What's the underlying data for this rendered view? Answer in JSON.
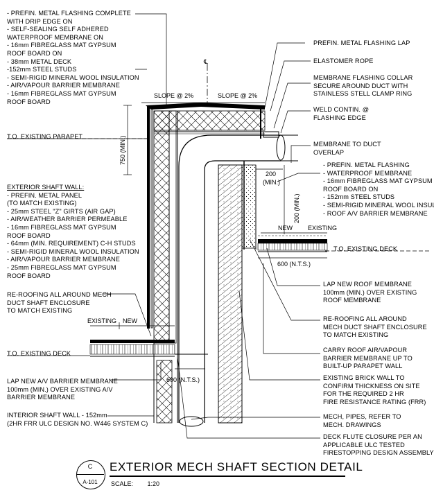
{
  "drawing": {
    "title": "EXTERIOR MECH SHAFT SECTION DETAIL",
    "scale_label": "SCALE:",
    "scale_value": "1:20",
    "ref_letter": "C",
    "ref_sheet": "A-101",
    "centerline_mark": "℄"
  },
  "dimensions": {
    "slope_left": "SLOPE @ 2%",
    "slope_right": "SLOPE @ 2%",
    "parapet_height": "750 (MIN.)",
    "overlap_h": "200",
    "overlap_h_min": "(MIN.)",
    "overlap_v": "200 (MIN.)",
    "lap_right": "600 (N.T.S.)",
    "lap_left": "600 (N.T.S.)",
    "new_right": "NEW",
    "existing_right": "EXISTING",
    "existing_left": "EXISTING",
    "new_left": "NEW"
  },
  "notes_left": {
    "roof_assembly": [
      "- PREFIN. METAL FLASHING COMPLETE",
      "WITH DRIP EDGE ON",
      "- SELF-SEALING SELF ADHERED",
      "WATERPROOF MEMBRANE ON",
      "- 16mm FIBREGLASS MAT GYPSUM",
      "ROOF BOARD ON",
      "- 38mm METAL DECK",
      "-152mm STEEL STUDS",
      "- SEMI-RIGID MINERAL WOOL INSULATION",
      "- AIR/VAPOUR BARRIER MEMBRANE",
      "- 16mm FIBREGLASS MAT GYPSUM",
      "ROOF BOARD"
    ],
    "parapet": "T.O. EXISTING PARAPET",
    "shaft_wall": [
      "EXTERIOR SHAFT WALL:",
      "- PREFIN. METAL PANEL",
      "(TO MATCH EXISTING)",
      "- 25mm STEEL \"Z\" GIRTS (AIR GAP)",
      "- AIR/WEATHER BARRIER PERMEABLE",
      "- 16mm FIBREGLASS MAT GYPSUM",
      "ROOF BOARD",
      "- 64mm (MIN. REQUIREMENT) C-H STUDS",
      "- SEMI-RIGID MINERAL WOOL INSULATION",
      "- AIR/VAPOUR BARRIER MEMBRANE",
      "- 25mm FIBREGLASS MAT GYPSUM",
      "ROOF BOARD"
    ],
    "reroof": [
      "RE-ROOFING ALL AROUND MECH",
      "DUCT SHAFT ENCLOSURE",
      "TO MATCH EXISTING"
    ],
    "deck": "T.O. EXISTING DECK",
    "lap_av": [
      "LAP NEW A/V BARRIER MEMBRANE",
      "100mm (MIN.) OVER EXISTING A/V",
      "BARRIER MEMBRANE"
    ],
    "interior_wall": [
      "INTERIOR SHAFT WALL - 152mm",
      "(2HR FRR ULC DESIGN NO. W446 SYSTEM C)"
    ]
  },
  "notes_right": {
    "flashing_lap": "PREFIN. METAL FLASHING LAP",
    "elastomer": "ELASTOMER ROPE",
    "collar": [
      "MEMBRANE FLASHING COLLAR",
      "SECURE AROUND DUCT WITH",
      "STAINLESS STELL CLAMP RING"
    ],
    "weld": [
      "WELD CONTIN. @",
      "FLASHING EDGE"
    ],
    "duct_overlap": [
      "MEMBRANE TO DUCT",
      "OVERLAP"
    ],
    "roof_build": [
      "- PREFIN. METAL FLASHING",
      "- WATERPROOF MEMBRANE",
      "- 16mm FIBREGLASS MAT GYPSUM",
      "ROOF BOARD ON",
      "- 152mm STEEL STUDS",
      "- SEMI-RIGID MINERAL WOOL INSUL.",
      "- ROOF A/V BARRIER MEMBRANE"
    ],
    "deck": "T.O. EXISTING DECK",
    "lap_roof": [
      "LAP NEW ROOF MEMBRANE",
      "100mm (MIN.) OVER EXISTING",
      "ROOF MEMBRANE"
    ],
    "reroof": [
      "RE-ROOFING ALL AROUND",
      "MECH DUCT SHAFT ENCLOSURE",
      "TO MATCH EXISTING"
    ],
    "carry": [
      "CARRY ROOF AIR/VAPOUR",
      "BARRIER MEMBRANE UP TO",
      "BUILT-UP PARAPET WALL"
    ],
    "brick": [
      "EXISTING BRICK WALL TO",
      "CONFIRM THICKNESS ON SITE",
      "FOR THE REQUIRED 2 HR",
      "FIRE RESISTANCE RATING (FRR)"
    ],
    "mech": [
      "MECH, PIPES, REFER TO",
      "MECH. DRAWINGS"
    ],
    "closure": [
      "DECK FLUTE CLOSURE PER AN",
      "APPLICABLE ULC TESTED",
      "FIRESTOPPING DESIGN ASSEMBLY"
    ]
  }
}
